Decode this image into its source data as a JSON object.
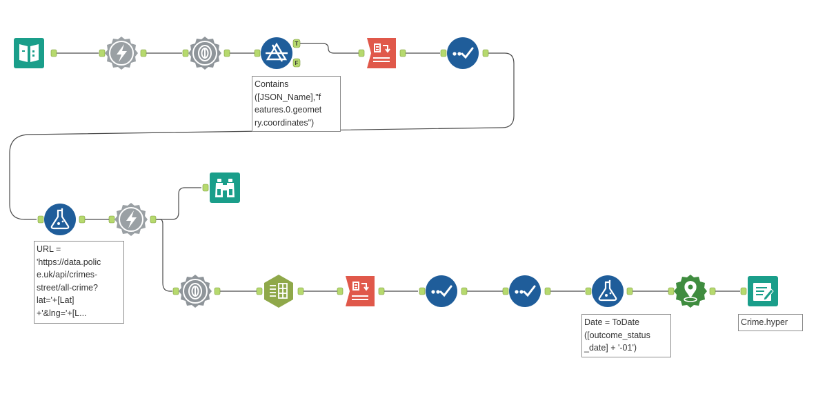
{
  "canvas": {
    "background": "#ffffff",
    "connector_color": "#4a4a4a"
  },
  "tool_colors": {
    "input_teal": "#1a9e8a",
    "formula_gear_gray": "#9aa0a4",
    "parse_gear_gray": "#8f959a",
    "filter_blue": "#1f5d9a",
    "transform_orange": "#e0584a",
    "prep_blue": "#1f5d9a",
    "browse_teal": "#1a9e8a",
    "parse_olive": "#8fa84a",
    "spatial_green": "#3f8c3f",
    "output_teal": "#1a9e8a",
    "anchor_green": "#b6d96e"
  },
  "tools": [
    {
      "id": "input",
      "icon": "book-icon",
      "category": "input_teal"
    },
    {
      "id": "download-1",
      "icon": "lightning-icon",
      "category": "formula_gear_gray"
    },
    {
      "id": "json-parse-1",
      "icon": "swirl-icon",
      "category": "parse_gear_gray"
    },
    {
      "id": "filter",
      "icon": "triangle-filter-icon",
      "category": "filter_blue",
      "anchors": [
        "T",
        "F"
      ]
    },
    {
      "id": "cross-tab-1",
      "icon": "crosstab-icon",
      "category": "transform_orange"
    },
    {
      "id": "select-1",
      "icon": "check-icon",
      "category": "prep_blue"
    },
    {
      "id": "formula-1",
      "icon": "flask-icon",
      "category": "prep_blue"
    },
    {
      "id": "download-2",
      "icon": "lightning-icon",
      "category": "formula_gear_gray"
    },
    {
      "id": "browse",
      "icon": "binoculars-icon",
      "category": "browse_teal"
    },
    {
      "id": "json-parse-2",
      "icon": "swirl-icon",
      "category": "parse_gear_gray"
    },
    {
      "id": "text-to-columns",
      "icon": "table-icon",
      "category": "parse_olive"
    },
    {
      "id": "cross-tab-2",
      "icon": "crosstab-icon",
      "category": "transform_orange"
    },
    {
      "id": "select-2",
      "icon": "check-icon",
      "category": "prep_blue"
    },
    {
      "id": "select-3",
      "icon": "check-icon",
      "category": "prep_blue"
    },
    {
      "id": "formula-2",
      "icon": "flask-icon",
      "category": "prep_blue"
    },
    {
      "id": "create-points",
      "icon": "map-pin-icon",
      "category": "spatial_green"
    },
    {
      "id": "output",
      "icon": "output-icon",
      "category": "output_teal"
    }
  ],
  "annotations": {
    "filter": "Contains\n([JSON_Name],\"f\neatures.0.geomet\nry.coordinates\")",
    "formula_1": "URL =\n'https://data.polic\ne.uk/api/crimes-\nstreet/all-crime?\nlat='+[Lat]\n+'&lng='+[L...",
    "formula_2": "Date = ToDate\n([outcome_status\n_date] + '-01')",
    "output": "Crime.hyper"
  }
}
